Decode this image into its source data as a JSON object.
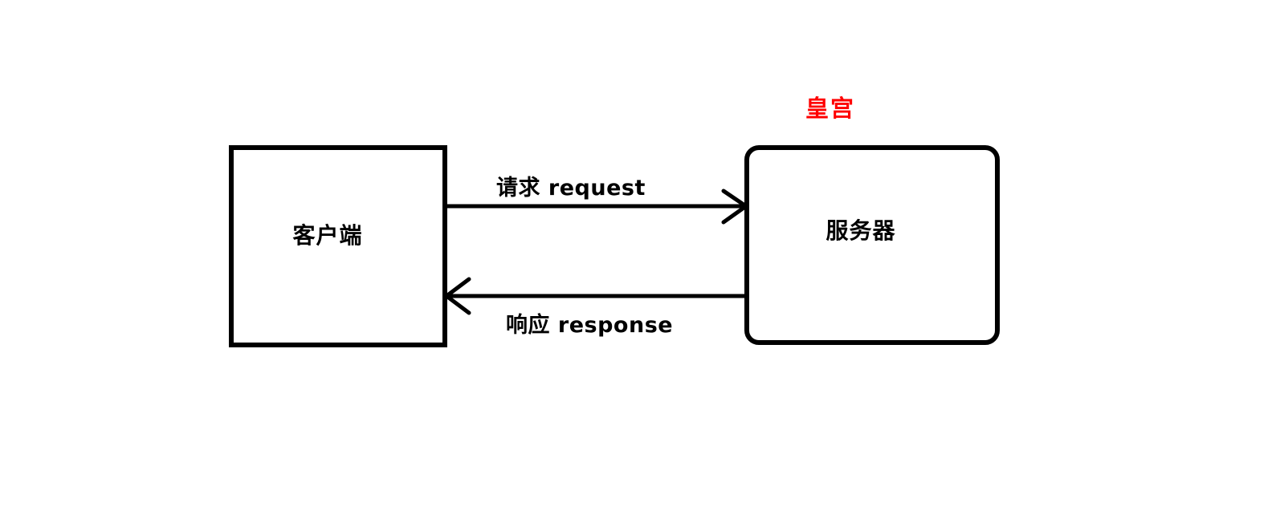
{
  "diagram": {
    "type": "client-server-flow",
    "background_color": "#ffffff",
    "stroke_color": "#000000",
    "nodes": {
      "client": {
        "label": "客户端",
        "shape": "rectangle"
      },
      "server": {
        "label": "服务器",
        "shape": "rounded-rectangle"
      }
    },
    "annotations": {
      "palace": {
        "text": "皇宫",
        "color": "#ff0000",
        "attached_to": "server"
      }
    },
    "edges": {
      "request": {
        "label": "请求 request",
        "from": "client",
        "to": "server",
        "direction": "right"
      },
      "response": {
        "label": "响应 response",
        "from": "server",
        "to": "client",
        "direction": "left"
      }
    }
  }
}
